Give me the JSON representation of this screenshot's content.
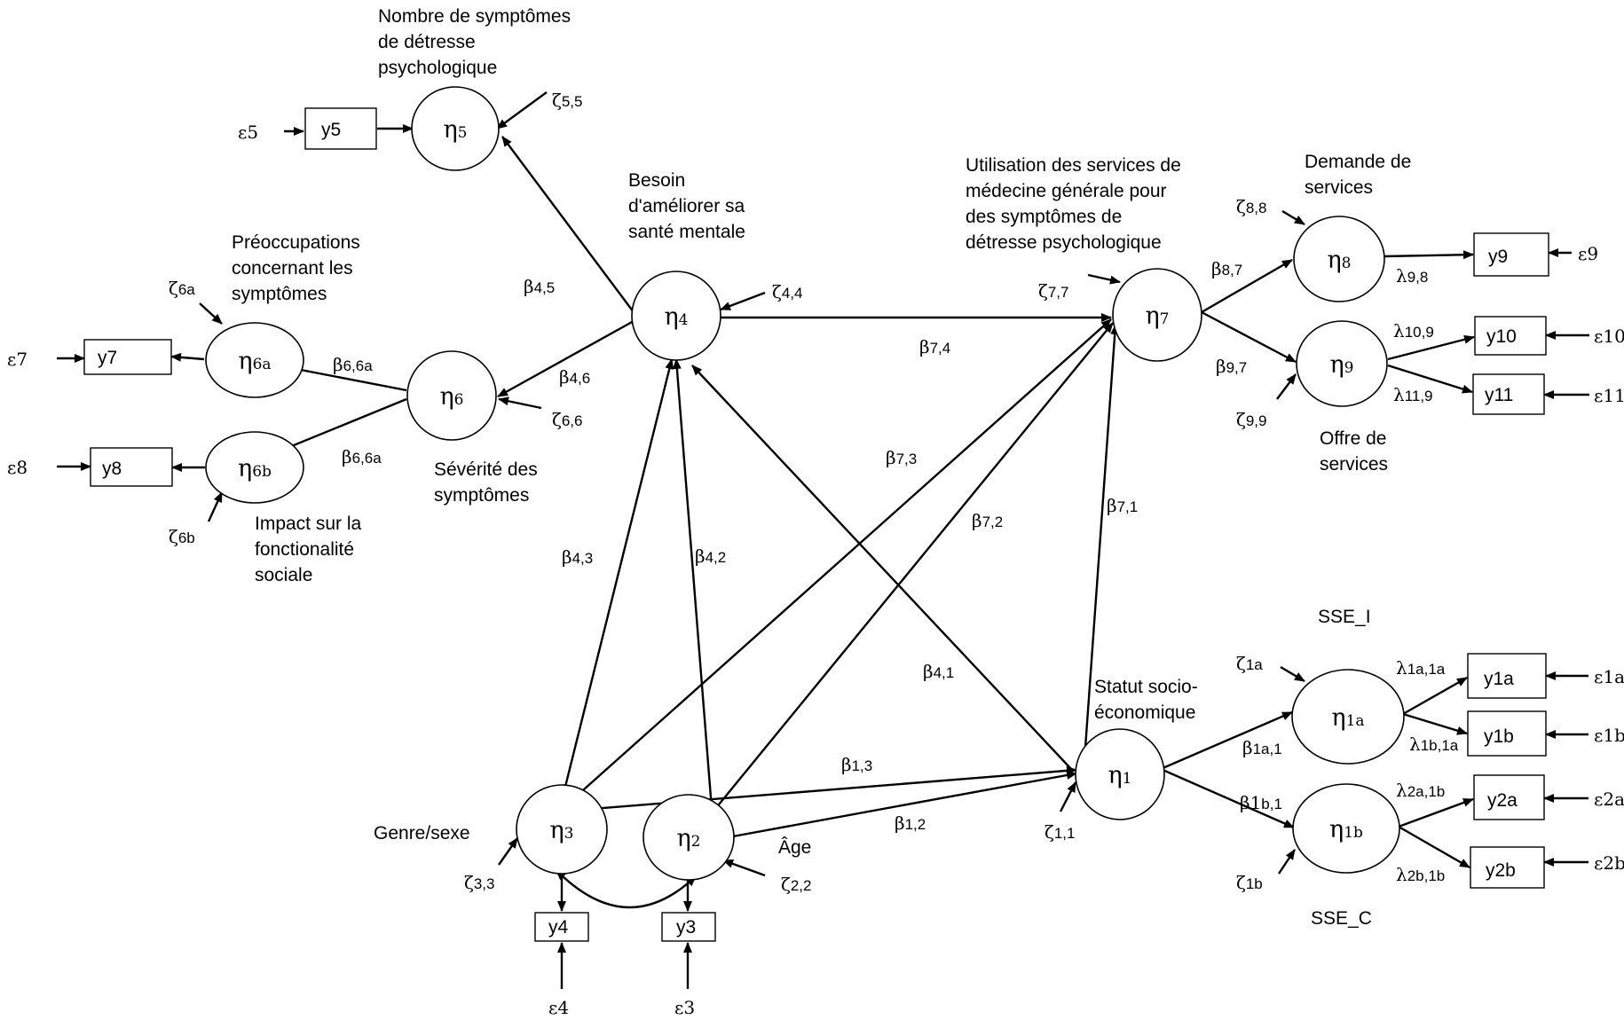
{
  "labels": {
    "eta5": "Nombre de symptômes de détresse psychologique",
    "eta5_lines": [
      "Nombre de symptômes",
      "de détresse",
      "psychologique"
    ],
    "eta4_lines": [
      "Besoin",
      "d'améliorer sa",
      "santé mentale"
    ],
    "eta6a_lines": [
      "Préoccupations",
      "concernant les",
      "symptômes"
    ],
    "eta6_lines": [
      "Sévérité des",
      "symptômes"
    ],
    "eta6b_lines": [
      "Impact sur la",
      "fonctionalité",
      "sociale"
    ],
    "eta7_lines": [
      "Utilisation des services de",
      "médecine générale pour",
      "des symptômes de",
      "détresse psychologique"
    ],
    "eta8_lines": [
      "Demande de",
      "services"
    ],
    "eta9_lines": [
      "Offre de",
      "services"
    ],
    "eta1_lines": [
      "Statut socio-",
      "économique"
    ],
    "eta1a": "SSE_I",
    "eta1b": "SSE_C",
    "eta3": "Genre/sexe",
    "eta2": "Âge"
  },
  "nodes": {
    "eta5": {
      "sym": "η",
      "sub": "5"
    },
    "eta4": {
      "sym": "η",
      "sub": "4"
    },
    "eta6": {
      "sym": "η",
      "sub": "6"
    },
    "eta6a": {
      "sym": "η",
      "sub": "6a"
    },
    "eta6b": {
      "sym": "η",
      "sub": "6b"
    },
    "eta7": {
      "sym": "η",
      "sub": "7"
    },
    "eta8": {
      "sym": "η",
      "sub": "8"
    },
    "eta9": {
      "sym": "η",
      "sub": "9"
    },
    "eta1": {
      "sym": "η",
      "sub": "1"
    },
    "eta1a": {
      "sym": "η",
      "sub": "1a"
    },
    "eta1b": {
      "sym": "η",
      "sub": "1b"
    },
    "eta3": {
      "sym": "η",
      "sub": "3"
    },
    "eta2": {
      "sym": "η",
      "sub": "2"
    }
  },
  "boxes": {
    "y5": "y5",
    "y7": "y7",
    "y8": "y8",
    "y9": "y9",
    "y10": "y10",
    "y11": "y11",
    "y1a": "y1a",
    "y1b": "y1b",
    "y2a": "y2a",
    "y2b": "y2b",
    "y4": "y4",
    "y3": "y3"
  },
  "errors": {
    "e5": {
      "sym": "ε",
      "sub": "5"
    },
    "e7": {
      "sym": "ε",
      "sub": "7"
    },
    "e8": {
      "sym": "ε",
      "sub": "8"
    },
    "e9": {
      "sym": "ε",
      "sub": "9"
    },
    "e10": {
      "sym": "ε",
      "sub": "10"
    },
    "e11": {
      "sym": "ε",
      "sub": "11"
    },
    "e1a": {
      "sym": "ε",
      "sub": "1a"
    },
    "e1b": {
      "sym": "ε",
      "sub": "1b"
    },
    "e2a": {
      "sym": "ε",
      "sub": "2a"
    },
    "e2b": {
      "sym": "ε",
      "sub": "2b"
    },
    "e4": {
      "sym": "ε",
      "sub": "4"
    },
    "e3": {
      "sym": "ε",
      "sub": "3"
    }
  },
  "disturbances": {
    "z55": {
      "sym": "ζ",
      "sub": "5,5"
    },
    "z44": {
      "sym": "ζ",
      "sub": "4,4"
    },
    "z66": {
      "sym": "ζ",
      "sub": "6,6"
    },
    "z6a": {
      "sym": "ζ",
      "sub": "6a"
    },
    "z6b": {
      "sym": "ζ",
      "sub": "6b"
    },
    "z77": {
      "sym": "ζ",
      "sub": "7,7"
    },
    "z88": {
      "sym": "ζ",
      "sub": "8,8"
    },
    "z99": {
      "sym": "ζ",
      "sub": "9,9"
    },
    "z11": {
      "sym": "ζ",
      "sub": "1,1"
    },
    "z1a": {
      "sym": "ζ",
      "sub": "1a"
    },
    "z1b": {
      "sym": "ζ",
      "sub": "1b"
    },
    "z33": {
      "sym": "ζ",
      "sub": "3,3"
    },
    "z22": {
      "sym": "ζ",
      "sub": "2,2"
    }
  },
  "coefficients": {
    "b45": {
      "sym": "β",
      "sub": "4,5"
    },
    "b46": {
      "sym": "β",
      "sub": "4,6"
    },
    "b66a_top": {
      "sym": "β",
      "sub": "6,6a"
    },
    "b66a_bot": {
      "sym": "β",
      "sub": "6,6a"
    },
    "b74": {
      "sym": "β",
      "sub": "7,4"
    },
    "b73": {
      "sym": "β",
      "sub": "7,3"
    },
    "b72": {
      "sym": "β",
      "sub": "7,2"
    },
    "b71": {
      "sym": "β",
      "sub": "7,1"
    },
    "b43": {
      "sym": "β",
      "sub": "4,3"
    },
    "b42": {
      "sym": "β",
      "sub": "4,2"
    },
    "b41": {
      "sym": "β",
      "sub": "4,1"
    },
    "b13": {
      "sym": "β",
      "sub": "1,3"
    },
    "b12": {
      "sym": "β",
      "sub": "1,2"
    },
    "b87": {
      "sym": "β",
      "sub": "8,7"
    },
    "b97": {
      "sym": "β",
      "sub": "9,7"
    },
    "l98": {
      "sym": "λ",
      "sub": "9,8"
    },
    "l109": {
      "sym": "λ",
      "sub": "10,9"
    },
    "l119": {
      "sym": "λ",
      "sub": "11,9"
    },
    "b1a1": {
      "sym": "β",
      "sub": "1a,1"
    },
    "b1b1": {
      "sym": "β1",
      "sub": "b,1"
    },
    "l1a1a": {
      "sym": "λ",
      "sub": "1a,1a"
    },
    "l1b1a": {
      "sym": "λ",
      "sub": "1b,1a"
    },
    "l2a1b": {
      "sym": "λ",
      "sub": "2a,1b"
    },
    "l2b1b": {
      "sym": "λ",
      "sub": "2b,1b"
    }
  }
}
